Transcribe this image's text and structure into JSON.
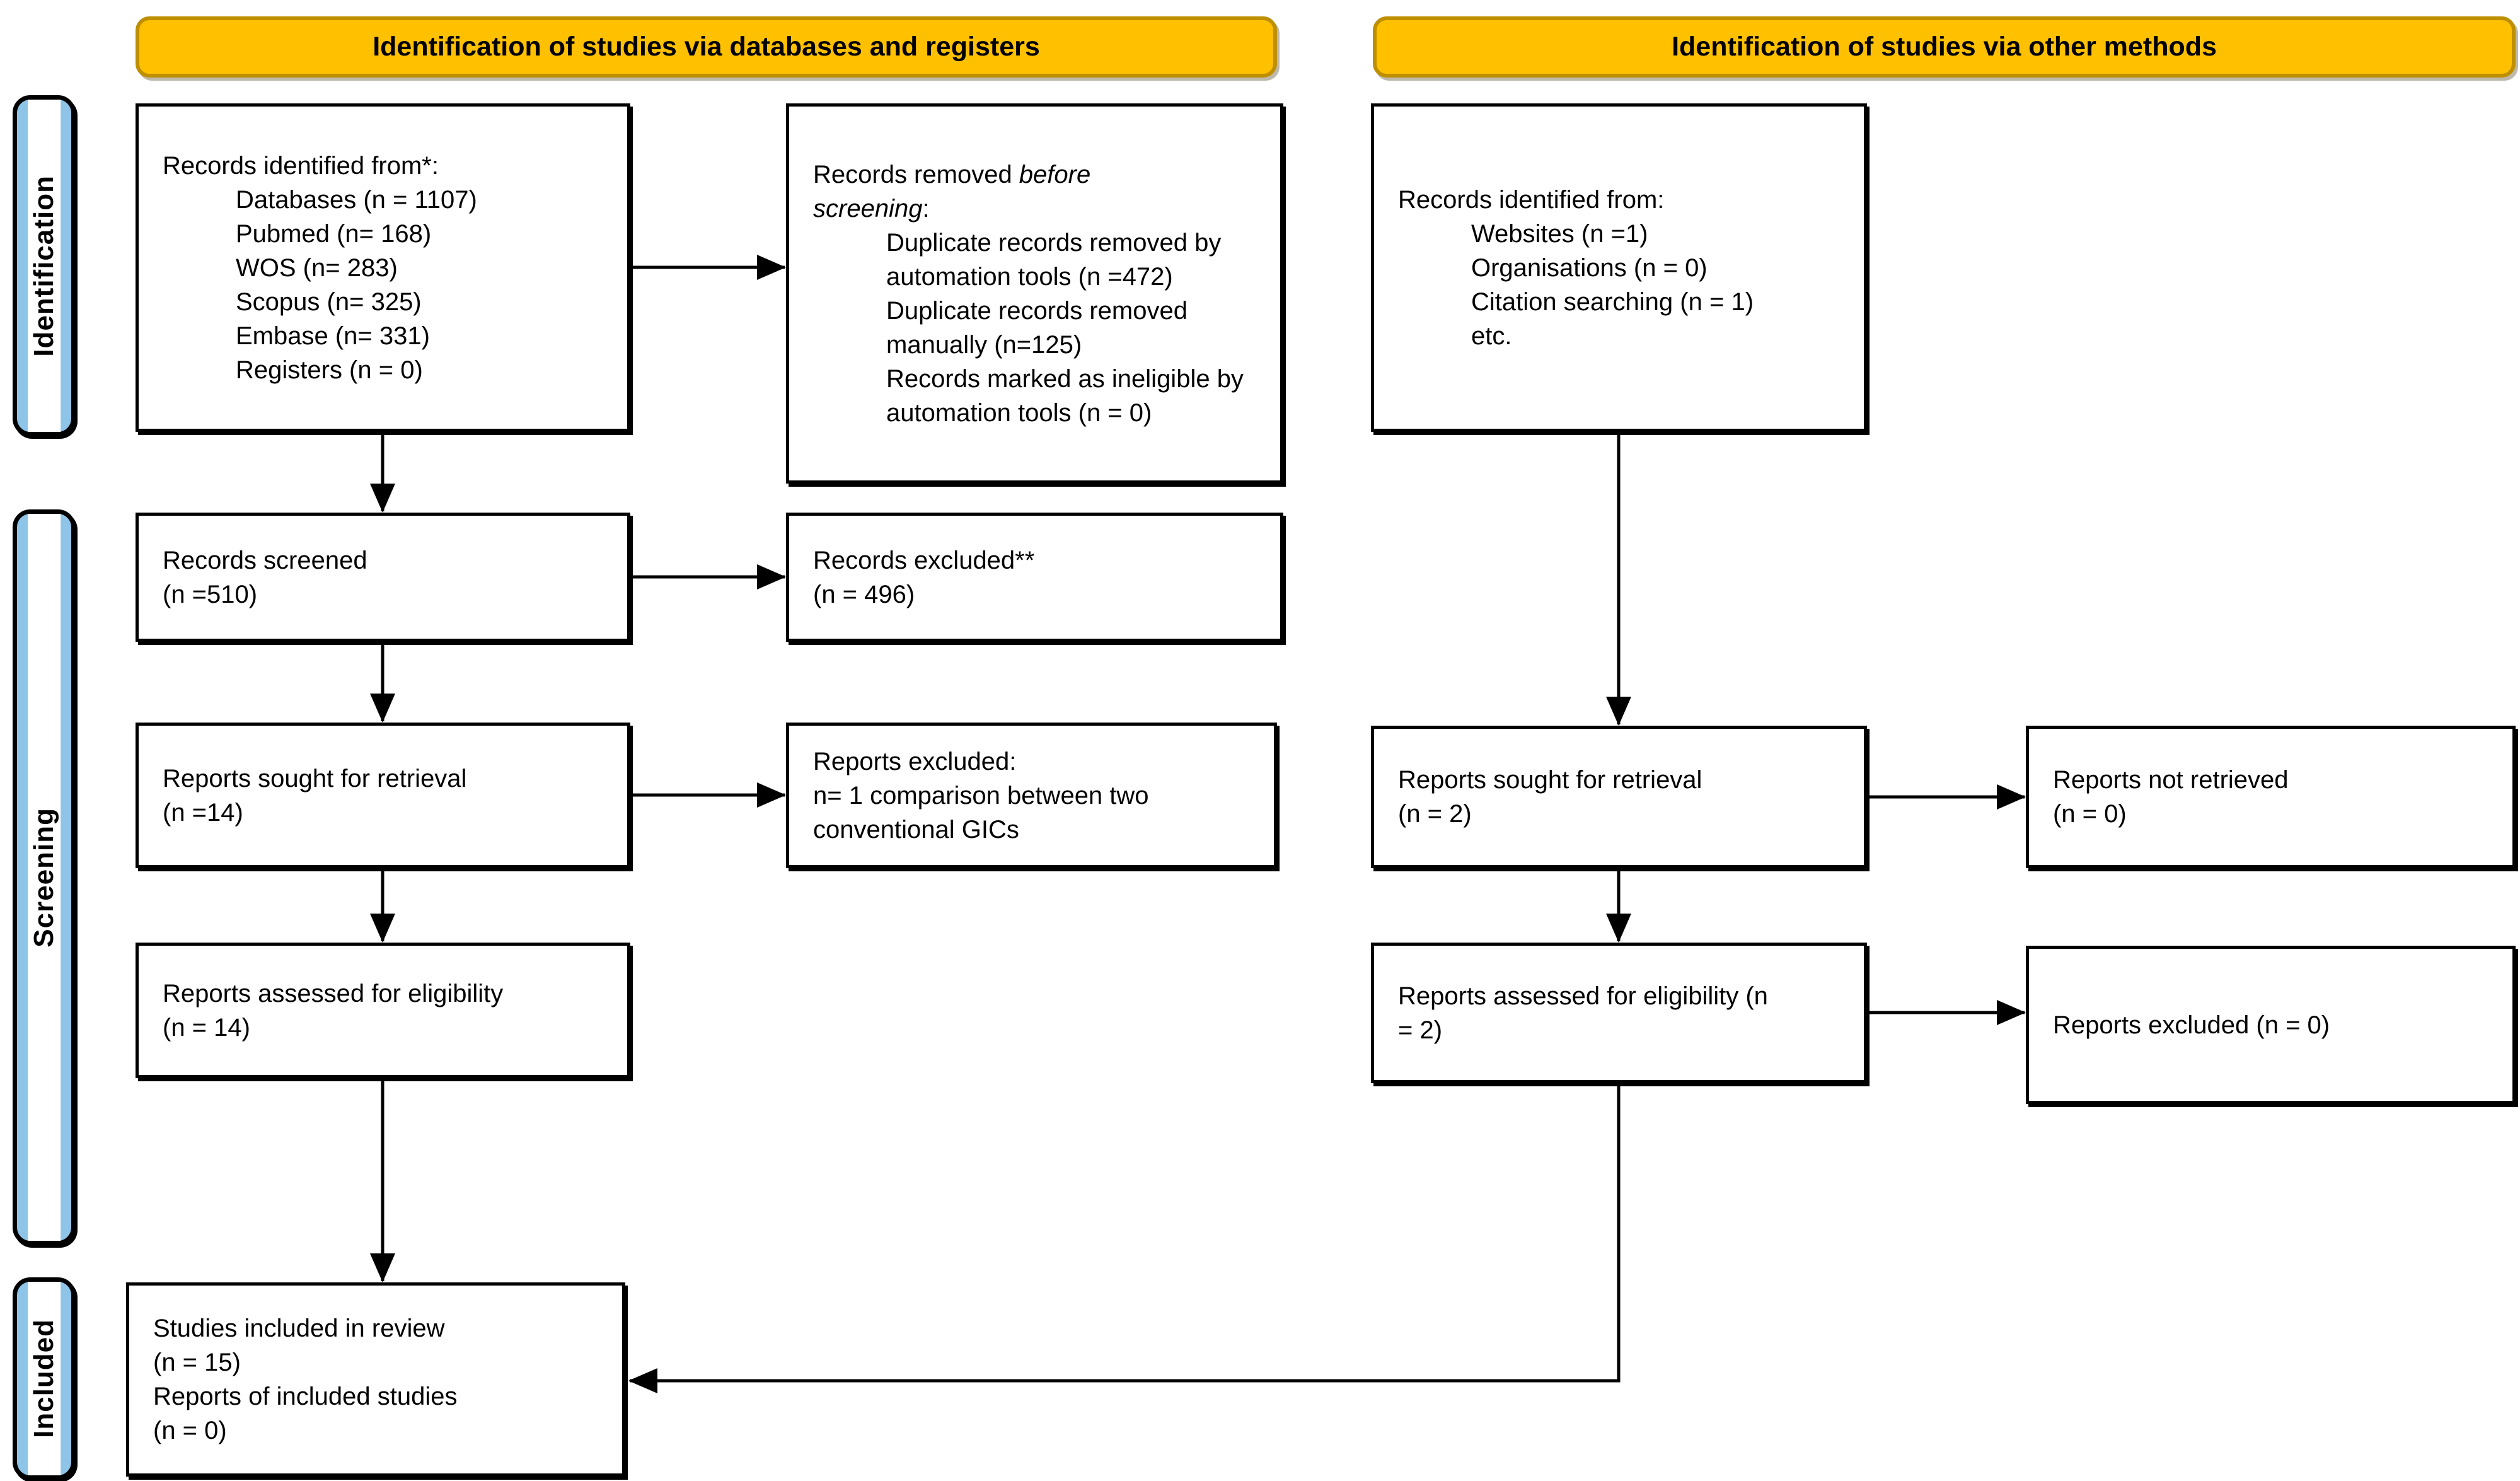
{
  "banners": {
    "left": "Identification of studies via databases and registers",
    "right": "Identification of studies via other methods"
  },
  "sidebar": {
    "identification": "Identification",
    "screening": "Screening",
    "included": "Included"
  },
  "colors": {
    "banner_fill": "#FFC000",
    "banner_border": "#BE8F00",
    "sidebar_fill": "#8FC4E9",
    "box_border": "#000000"
  },
  "boxes": {
    "identified_db": {
      "title": "Records identified from*:",
      "items": [
        "Databases (n = 1107)",
        "Pubmed (n= 168)",
        "WOS (n= 283)",
        "Scopus (n= 325)",
        "Embase (n= 331)",
        "Registers (n = 0)"
      ]
    },
    "removed_before": {
      "prefix": "Records removed ",
      "italic": "before screening",
      "suffix": ":",
      "items": [
        "Duplicate records removed by automation tools (n =472)",
        "Duplicate records removed manually (n=125)",
        "Records marked as ineligible by automation tools (n = 0)"
      ]
    },
    "identified_other": {
      "title": "Records identified from:",
      "items": [
        "Websites (n =1)",
        "Organisations (n = 0)",
        "Citation searching (n = 1)",
        "etc."
      ]
    },
    "screened": {
      "lines": [
        "Records screened",
        "(n =510)"
      ]
    },
    "excluded_records": {
      "lines": [
        "Records excluded**",
        "(n = 496)"
      ]
    },
    "sought_db": {
      "lines": [
        "Reports sought for retrieval",
        "(n =14)"
      ]
    },
    "excluded_reports": {
      "lines": [
        "Reports excluded:",
        "n= 1 comparison between two",
        "conventional GICs"
      ]
    },
    "sought_other": {
      "lines": [
        "Reports sought for retrieval",
        "(n = 2)"
      ]
    },
    "not_retrieved": {
      "lines": [
        "Reports not retrieved",
        "(n = 0)"
      ]
    },
    "assessed_db": {
      "lines": [
        "Reports assessed for eligibility",
        "(n = 14)"
      ]
    },
    "assessed_other": {
      "lines": [
        "Reports assessed for eligibility (n",
        "= 2)"
      ]
    },
    "excluded_other": {
      "lines": [
        "Reports excluded (n = 0)"
      ]
    },
    "included_review": {
      "lines": [
        "Studies included in review",
        "(n = 15)",
        "Reports of included studies",
        "(n = 0)"
      ]
    }
  }
}
